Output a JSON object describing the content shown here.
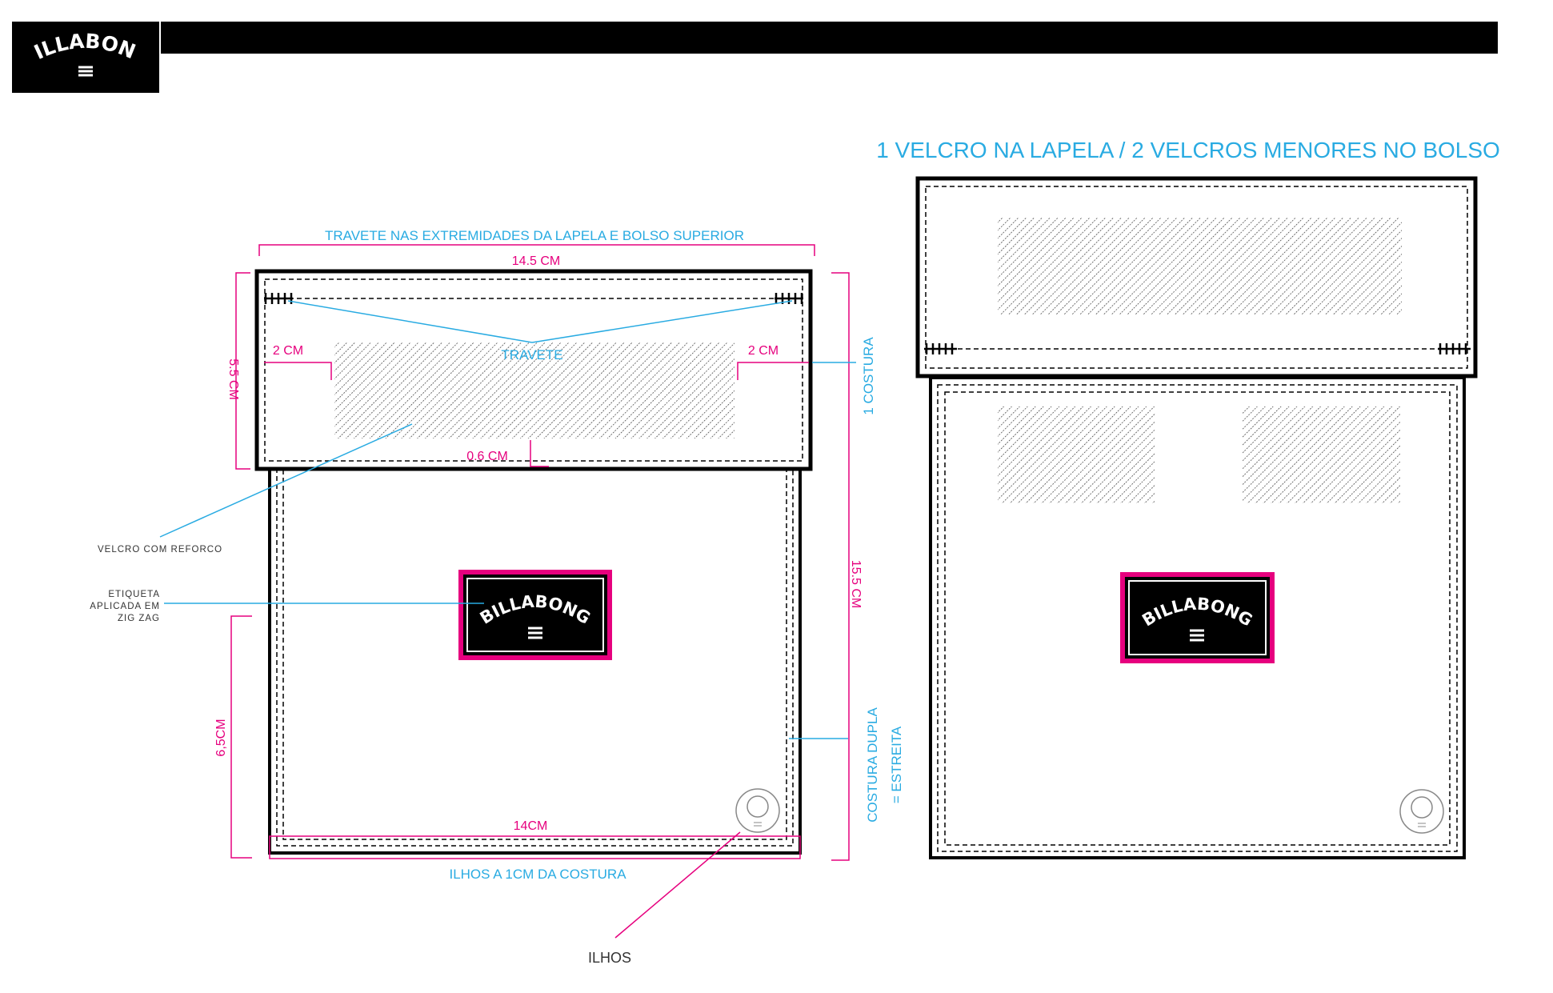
{
  "brand": {
    "name": "BILLABONG"
  },
  "right_title": "1 VELCRO NA LAPELA / 2 VELCROS MENORES NO BOLSO",
  "annotations": {
    "travete_extremidades": "TRAVETE NAS EXTREMIDADES DA LAPELA E BOLSO SUPERIOR",
    "width_top": "14.5 CM",
    "height_flap": "5.5 CM",
    "margin_left": "2 CM",
    "margin_right": "2 CM",
    "travete": "TRAVETE",
    "gap_bottom": "0.6 CM",
    "costura": "1 COSTURA",
    "height_total": "15.5 CM",
    "height_lower": "6,5CM",
    "width_bottom": "14CM",
    "costura_dupla_1": "COSTURA DUPLA",
    "costura_dupla_2": "= ESTREITA",
    "ilhos_costura": "ILHOS A 1CM DA COSTURA",
    "ilhos": "ILHOS",
    "velcro_reforco": "VELCRO COM REFORCO",
    "etiqueta_1": "ETIQUETA",
    "etiqueta_2": "APLICADA EM",
    "etiqueta_3": "ZIG ZAG"
  },
  "colors": {
    "dimension": "#e6007e",
    "annotation": "#29abe2",
    "outline": "#000000",
    "header_bar": "#000000"
  }
}
